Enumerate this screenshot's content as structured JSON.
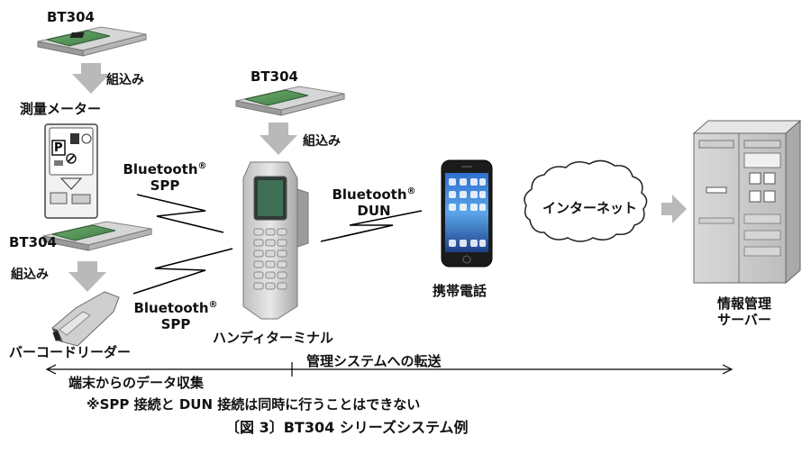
{
  "labels": {
    "bt304": "BT304",
    "embed": "組込み",
    "meter": "測量メーター",
    "barcode_reader": "バーコードリーダー",
    "handy_terminal": "ハンディターミナル",
    "phone": "携帯電話",
    "internet": "インターネット",
    "server_line1": "情報管理",
    "server_line2": "サーバー",
    "bluetooth": "Bluetooth",
    "registered": "®",
    "spp": "SPP",
    "dun": "DUN",
    "collect": "端末からのデータ収集",
    "transfer": "管理システムへの転送",
    "note": "※SPP 接続と DUN 接続は同時に行うことはできない",
    "caption": "〔図 3〕BT304 シリーズシステム例"
  },
  "icons": {
    "module": "bt304-module-icon",
    "meter": "survey-meter-icon",
    "barcode": "barcode-reader-icon",
    "terminal": "handy-terminal-icon",
    "phone": "smartphone-icon",
    "cloud": "internet-cloud-icon",
    "server": "server-rack-icon"
  },
  "colors": {
    "arrow_gray": "#b9b9b9",
    "text": "#111111",
    "line": "#000000"
  }
}
